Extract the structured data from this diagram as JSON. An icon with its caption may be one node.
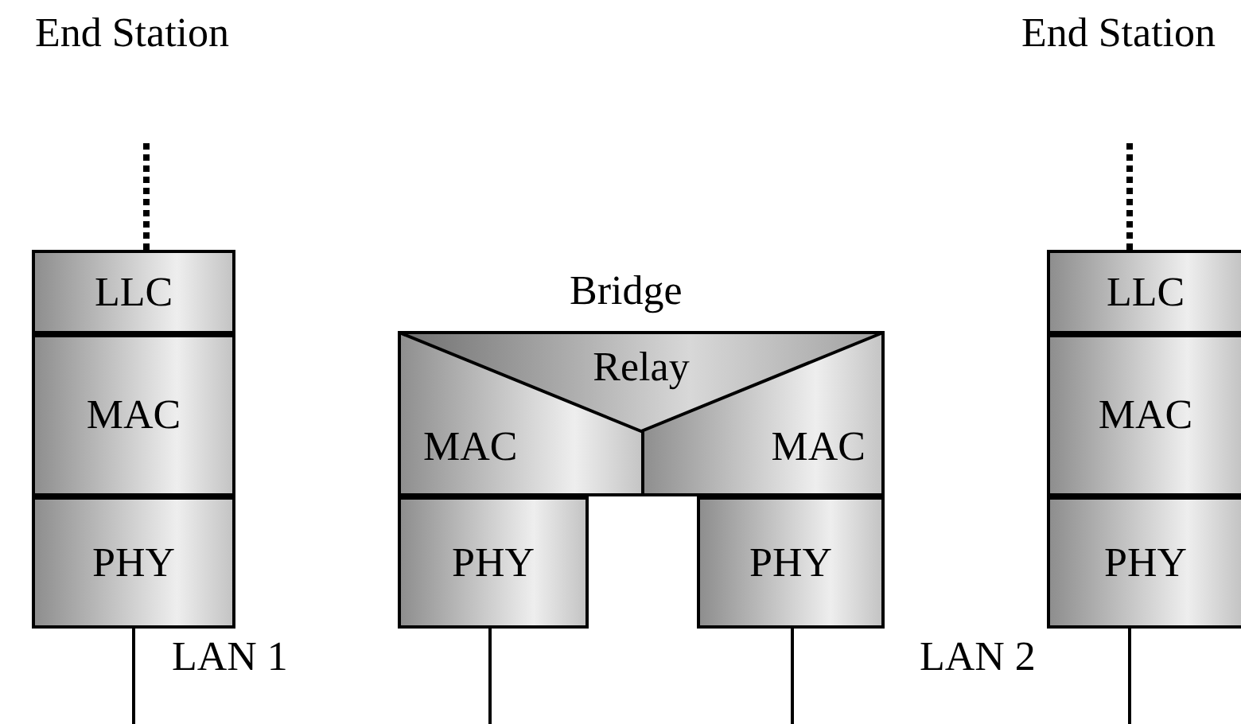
{
  "diagram": {
    "nodes": [
      {
        "text": [
          "End Station"
        ]
      },
      {
        "text": [
          "LLC"
        ]
      },
      {
        "text": [
          "MAC"
        ]
      },
      {
        "text": [
          "PHY"
        ]
      },
      {
        "text": [
          "Relay"
        ]
      },
      {
        "text": [
          "MAC"
        ]
      },
      {
        "text": [
          "MAC"
        ]
      },
      {
        "text": [
          "PHY"
        ]
      },
      {
        "text": [
          "PHY"
        ]
      },
      {
        "text": [
          "End Station"
        ]
      },
      {
        "text": [
          "LLC"
        ]
      },
      {
        "text": [
          "MAC"
        ]
      },
      {
        "text": [
          "PHY"
        ]
      }
    ],
    "edges": [
      {
        "from": 0,
        "to": 1,
        "arrow": "none",
        "style": "dashed"
      },
      {
        "from": 9,
        "to": 10,
        "arrow": "none",
        "style": "dashed"
      },
      {
        "from": 3,
        "to": null,
        "arrow": "none"
      },
      {
        "from": 7,
        "to": null,
        "arrow": "none"
      },
      {
        "from": 8,
        "to": null,
        "arrow": "none"
      },
      {
        "from": 12,
        "to": null,
        "arrow": "none"
      }
    ],
    "labels": [
      "Bridge",
      "LAN 1",
      "LAN 2"
    ]
  }
}
